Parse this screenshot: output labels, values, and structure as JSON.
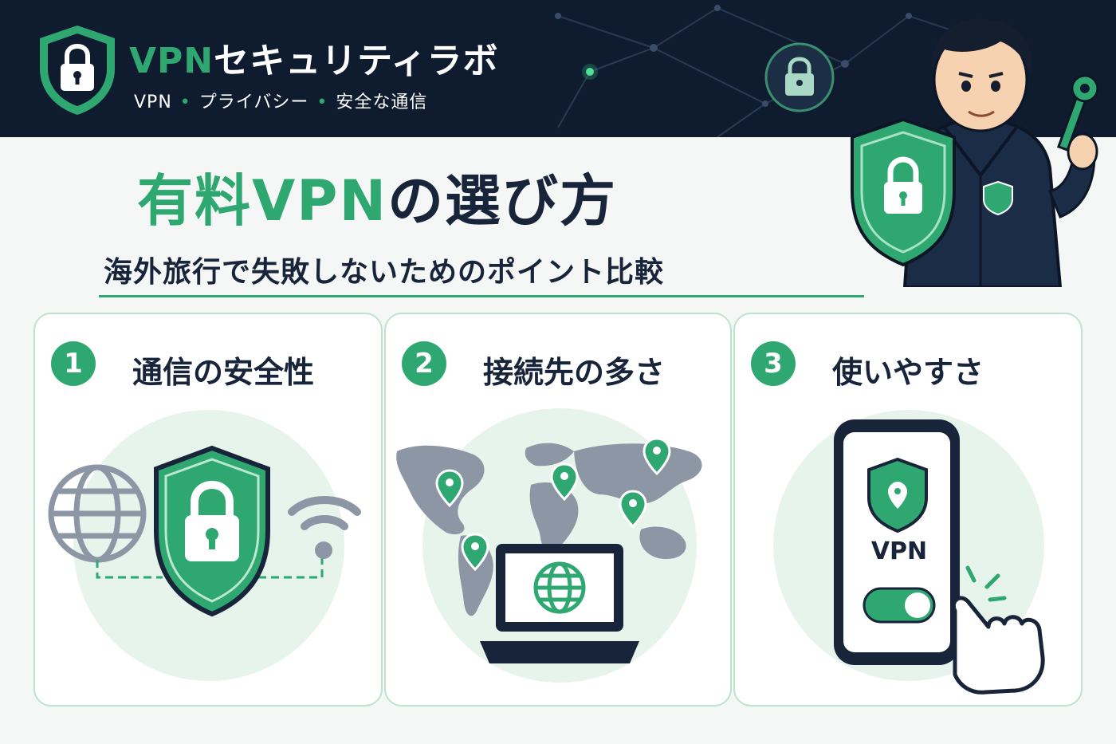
{
  "header": {
    "brand_accent": "VPN",
    "brand_rest": "セキュリティラボ",
    "tagline": [
      "VPN",
      "プライバシー",
      "安全な通信"
    ],
    "separator": "•"
  },
  "main": {
    "title_accent": "有料VPN",
    "title_rest": "の選び方",
    "subtitle": "海外旅行で失敗しないためのポイント比較"
  },
  "cards": [
    {
      "number": "1",
      "title": "通信の安全性",
      "icons": [
        "globe-icon",
        "shield-lock-icon",
        "wifi-icon"
      ]
    },
    {
      "number": "2",
      "title": "接続先の多さ",
      "icons": [
        "world-map-icon",
        "location-pin-icon",
        "laptop-icon"
      ]
    },
    {
      "number": "3",
      "title": "使いやすさ",
      "icons": [
        "smartphone-icon",
        "toggle-switch-icon",
        "pointer-hand-icon"
      ],
      "app_label": "VPN"
    }
  ],
  "colors": {
    "accent": "#2ea870",
    "navy": "#0f1c30",
    "text": "#18243a",
    "gray": "#8c96a4"
  }
}
